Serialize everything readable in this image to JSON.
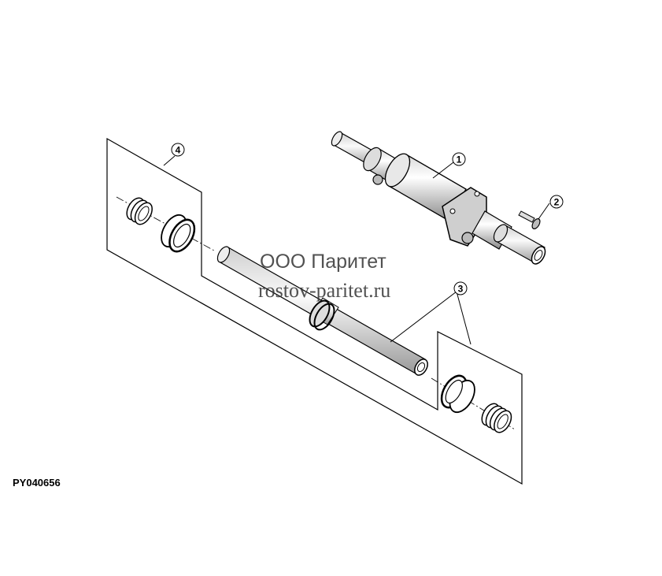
{
  "callouts": [
    "1",
    "2",
    "3",
    "4"
  ],
  "watermark": {
    "line1": "ООО Паритет",
    "line2": "rostov-paritet.ru"
  },
  "figure_id": "PY040656"
}
